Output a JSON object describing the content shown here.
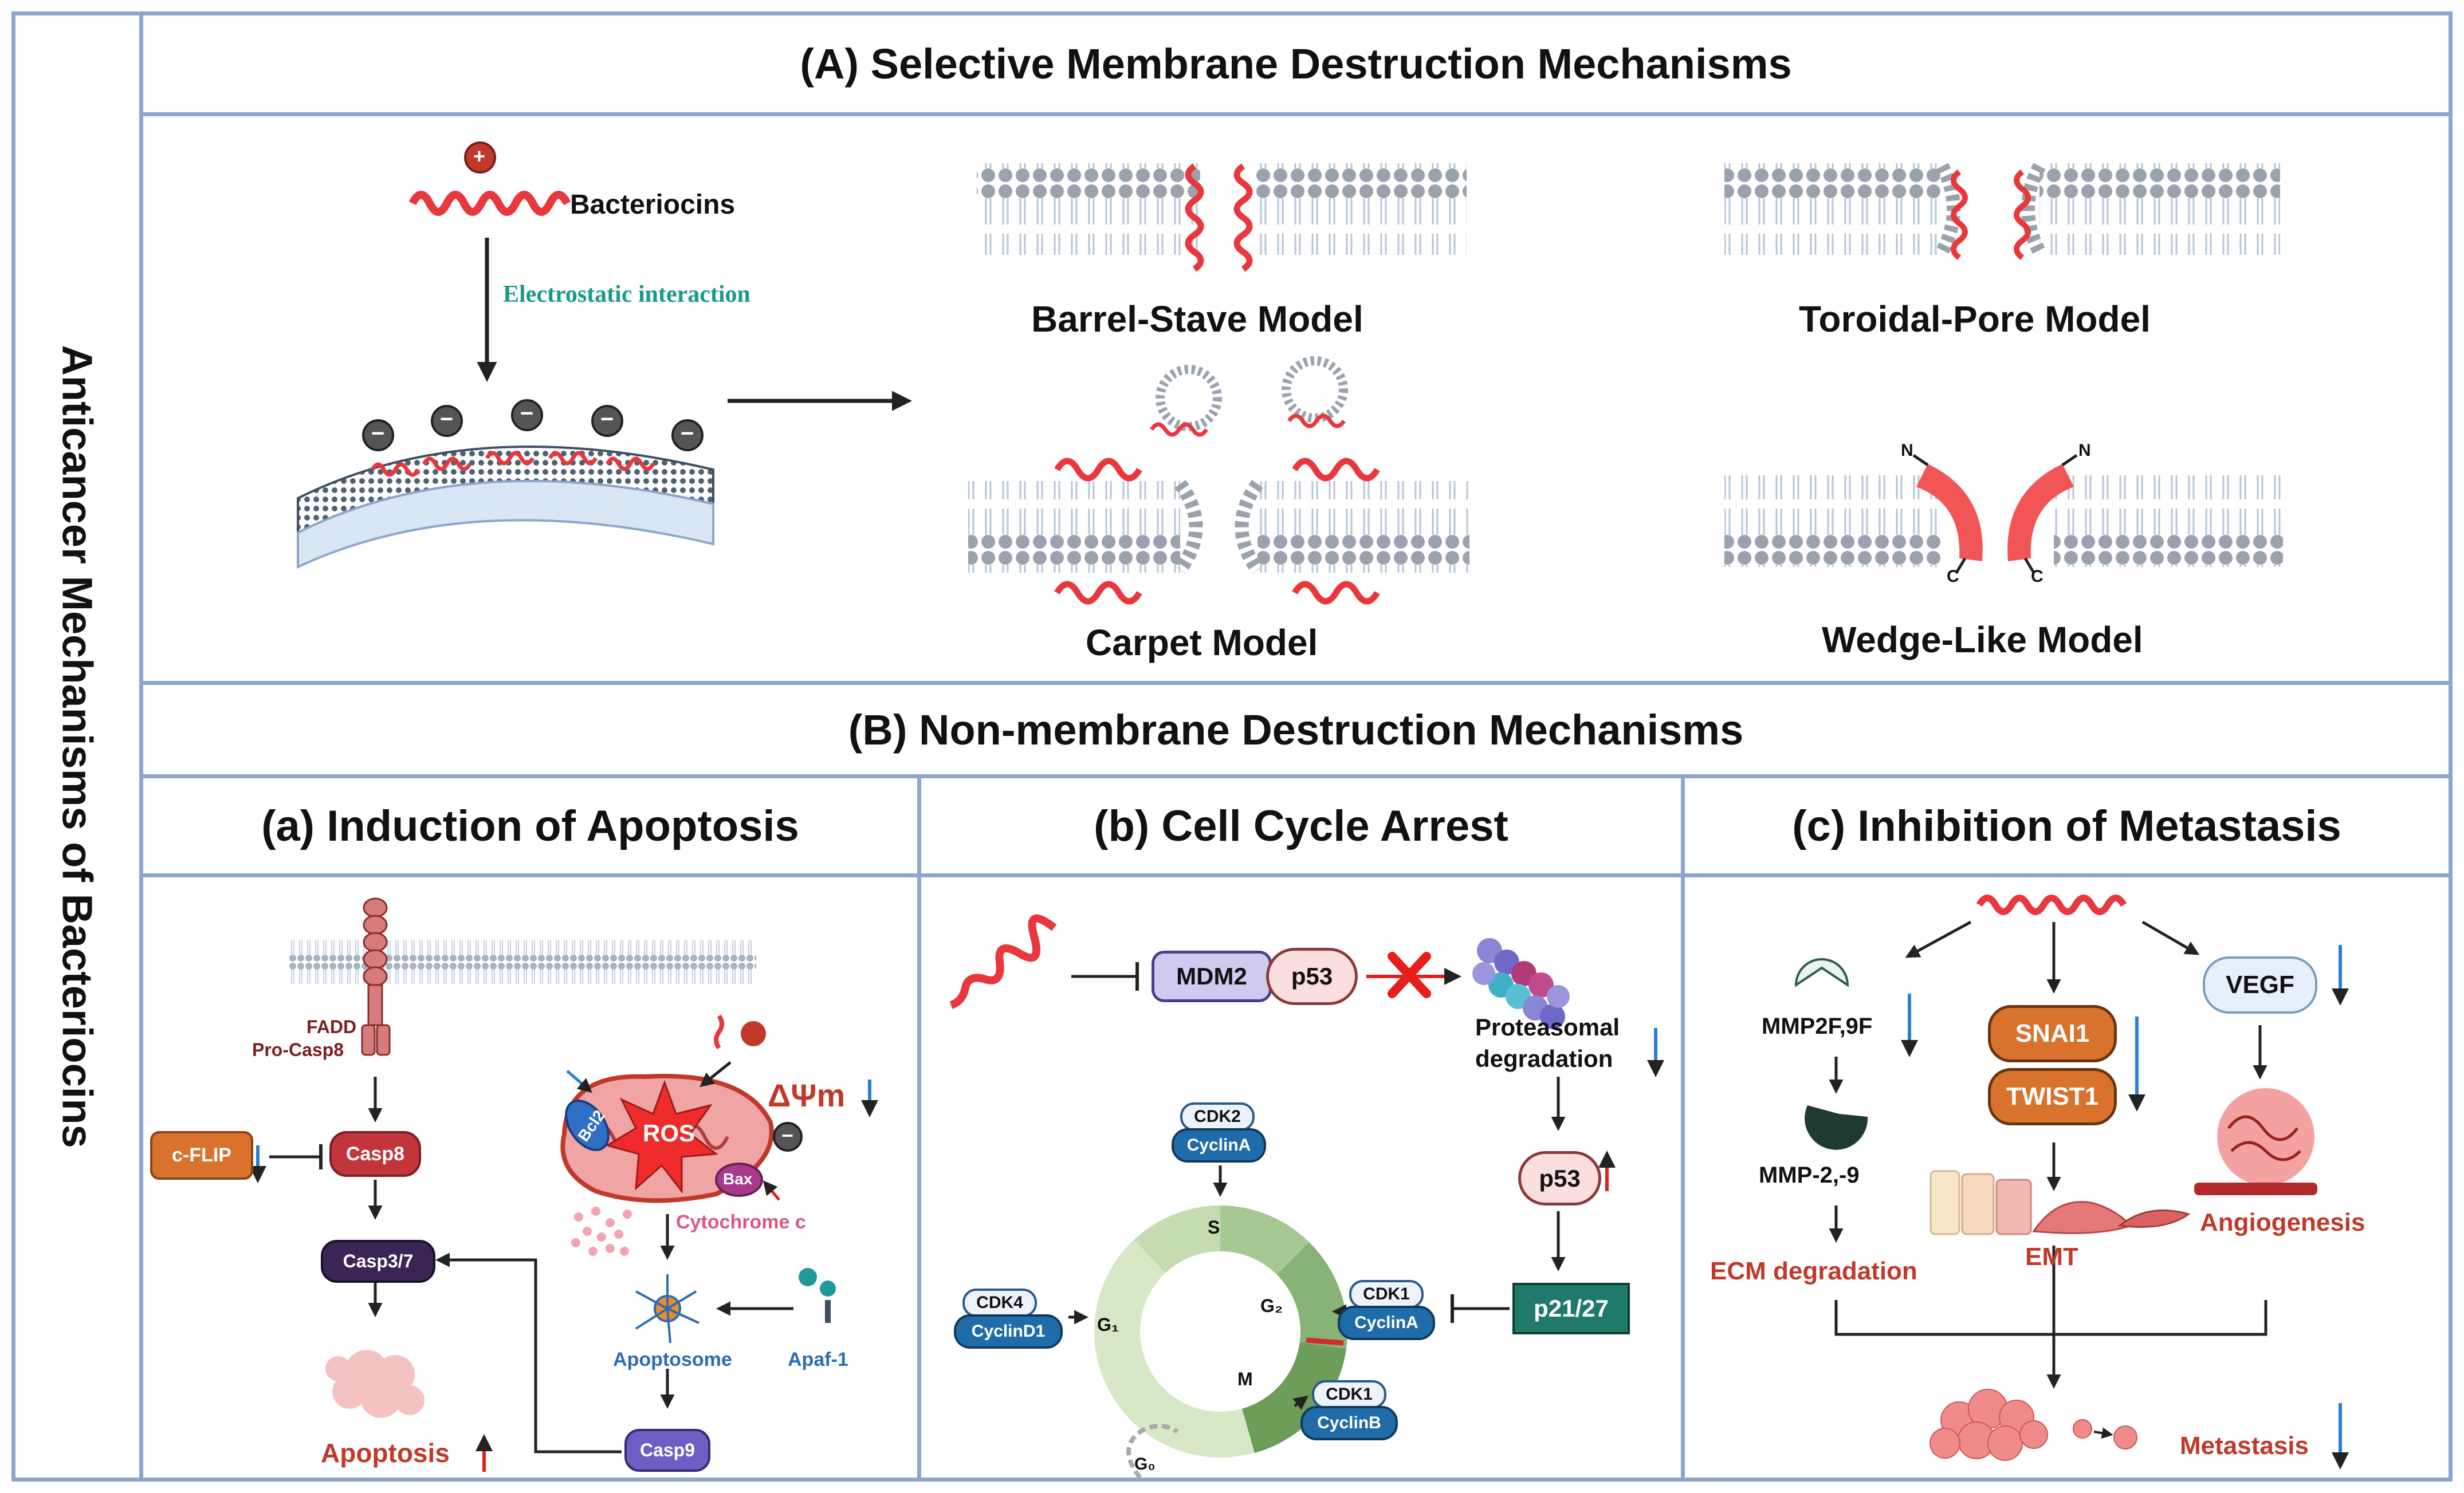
{
  "side_title": "Anticancer Mechanisms of Bacteriocins",
  "section_a": {
    "title": "(A) Selective Membrane Destruction Mechanisms",
    "bacteriocins_label": "Bacteriocins",
    "plus_sign": "+",
    "minus_sign": "−",
    "electrostatic_label": "Electrostatic interaction",
    "models": {
      "barrel": "Barrel-Stave Model",
      "toroidal": "Toroidal-Pore Model",
      "carpet": "Carpet Model",
      "wedge": "Wedge-Like Model"
    },
    "n_term": "N",
    "c_term": "C"
  },
  "section_b": {
    "title": "(B) Non-membrane Destruction Mechanisms",
    "apoptosis": {
      "title": "(a) Induction of Apoptosis",
      "fadd": "FADD",
      "procasp8": "Pro-Casp8",
      "cflip": "c-FLIP",
      "casp8": "Casp8",
      "casp37": "Casp3/7",
      "apoptosis": "Apoptosis",
      "bcl2": "Bcl2",
      "bax": "Bax",
      "ros": "ROS",
      "dpsi": "ΔΨm",
      "cytochrome": "Cytochrome c",
      "apoptosome": "Apoptosome",
      "apaf1": "Apaf-1",
      "casp9": "Casp9"
    },
    "cellcycle": {
      "title": "(b) Cell Cycle Arrest",
      "mdm2": "MDM2",
      "p53": "p53",
      "proteasomal": "Proteasomal",
      "degradation": "degradation",
      "p53_up": "p53",
      "p2127": "p21/27",
      "cdk2": "CDK2",
      "cyclinA_top": "CyclinA",
      "cdk4": "CDK4",
      "cyclinD1": "CyclinD1",
      "cdk1_a": "CDK1",
      "cyclinA_right": "CyclinA",
      "cdk1_b": "CDK1",
      "cyclinB": "CyclinB",
      "phase_s": "S",
      "phase_g2": "G₂",
      "phase_g1": "G₁",
      "phase_m": "M",
      "phase_g0": "G₀"
    },
    "metastasis": {
      "title": "(c) Inhibition of Metastasis",
      "mmp2f9f": "MMP2F,9F",
      "mmp29": "MMP-2,-9",
      "ecm": "ECM degradation",
      "snai1": "SNAI1",
      "twist1": "TWIST1",
      "emt": "EMT",
      "vegf": "VEGF",
      "angiogenesis": "Angiogenesis",
      "metastasis": "Metastasis"
    }
  },
  "colors": {
    "frame": "#8ea5cf",
    "peptide": "#e8383d",
    "teal_text": "#1a9a8a",
    "red_text": "#c0392b",
    "blue_text": "#2a6db5",
    "arrow_up": "#e02020",
    "arrow_down": "#2a7fd4",
    "lipid_head": "#9aa3ad"
  }
}
